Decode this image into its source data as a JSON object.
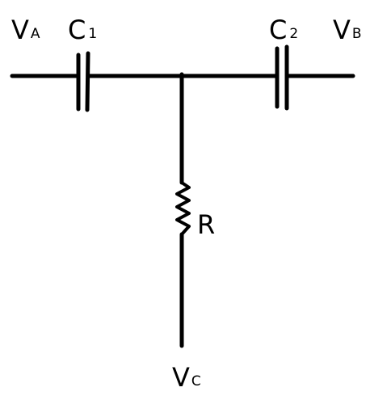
{
  "components": {
    "va": {
      "main": "V",
      "sub": "A"
    },
    "vb": {
      "main": "V",
      "sub": "B"
    },
    "vc": {
      "main": "V",
      "sub": "C"
    },
    "c1": {
      "main": "C",
      "sub": "1"
    },
    "c2": {
      "main": "C",
      "sub": "2"
    },
    "r": {
      "main": "R"
    }
  },
  "colors": {
    "line": "#000000",
    "background": "#ffffff"
  }
}
